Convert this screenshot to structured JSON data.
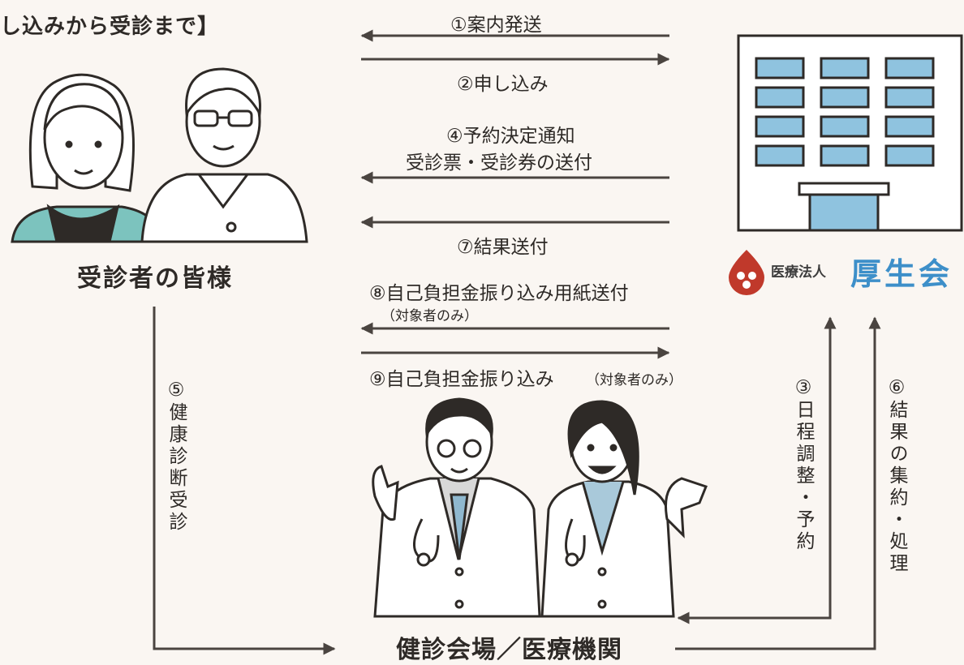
{
  "title": "し込みから受診まで】",
  "steps": {
    "s1": "①案内発送",
    "s2": "②申し込み",
    "s4a": "④予約決定通知",
    "s4b": "受診票・受診券の送付",
    "s7": "⑦結果送付",
    "s8": "⑧自己負担金振り込み用紙送付",
    "s8note": "（対象者のみ）",
    "s9": "⑨自己負担金振り込み",
    "s9note": "（対象者のみ）",
    "s5num": "⑤",
    "s5": "健康診断受診",
    "s3num": "③",
    "s3": "日程調整・予約",
    "s6num": "⑥",
    "s6": "結果の集約・処理"
  },
  "nodes": {
    "patients": "受診者の皆様",
    "venue": "健診会場／医療機関",
    "org_type": "医療法人",
    "org_name": "厚生会"
  },
  "colors": {
    "line": "#4a4440",
    "building_window": "#8fc3df",
    "logo_red": "#c0392b",
    "org_blue": "#3d8fc9",
    "teal": "#7cc3be"
  }
}
